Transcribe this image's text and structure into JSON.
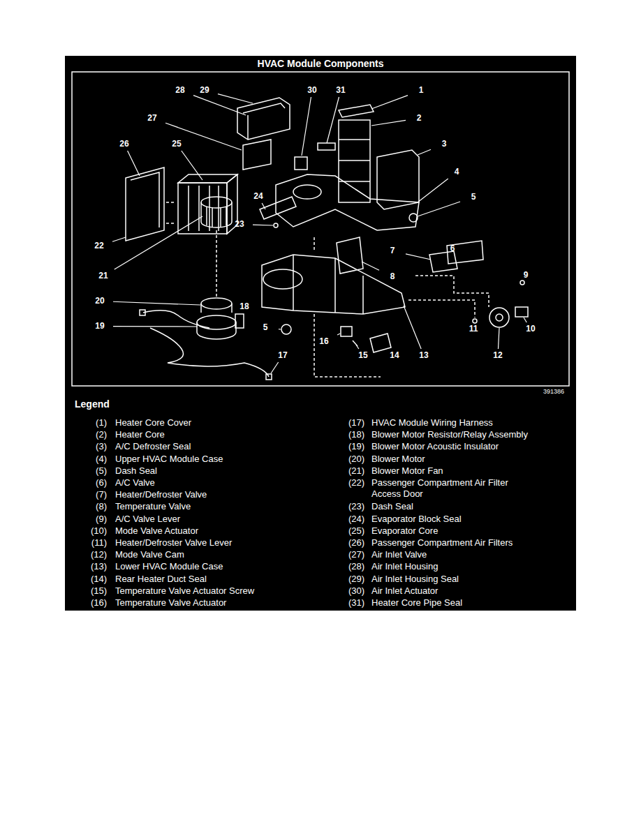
{
  "diagram": {
    "title": "HVAC Module Components",
    "labels": [
      "28",
      "29",
      "30",
      "31",
      "1",
      "2",
      "27",
      "26",
      "25",
      "3",
      "4",
      "24",
      "5",
      "23",
      "22",
      "7",
      "6",
      "9",
      "8",
      "21",
      "18",
      "20",
      "19",
      "5",
      "16",
      "15",
      "14",
      "13",
      "11",
      "12",
      "10",
      "17",
      "391386",
      "Legend",
      "(1)",
      "Heater Core Cover",
      "(2)",
      "Heater Core",
      "(3)",
      "A/C Defroster Seal",
      "(4)",
      "Upper HVAC Module Case",
      "(5)",
      "Dash Seal",
      "(6)",
      "A/C Valve",
      "(7)",
      "Heater/Defroster Valve",
      "(8)",
      "Temperature Valve",
      "(9)",
      "A/C Valve Lever",
      "(10)",
      "Mode Valve Actuator",
      "(11)",
      "Heater/Defroster Valve Lever",
      "(12)",
      "Mode Valve Cam",
      "(13)",
      "Lower HVAC Module Case",
      "(14)",
      "Rear Heater Duct Seal",
      "(15)",
      "Temperature Valve Actuator Screw",
      "(16)",
      "Temperature Valve Actuator",
      "(17)",
      "HVAC Module Wiring Harness",
      "(18)",
      "Blower Motor Resistor/Relay Assembly",
      "(19)",
      "Blower Motor Acoustic Insulator",
      "(20)",
      "Blower Motor",
      "(21)",
      "Blower Motor Fan",
      "(22)",
      "Passenger Compartment Air Filter Access Door",
      "(23)",
      "Dash Seal",
      "(24)",
      "Evaporator Block Seal",
      "(25)",
      "Evaporator Core",
      "(26)",
      "Passenger Compartment Air Filters",
      "(27)",
      "Air Inlet Valve",
      "(28)",
      "Air Inlet Housing",
      "(29)",
      "Air Inlet Housing Seal",
      "(30)",
      "Air Inlet Actuator",
      "(31)",
      "Heater Core Pipe Seal"
    ]
  }
}
